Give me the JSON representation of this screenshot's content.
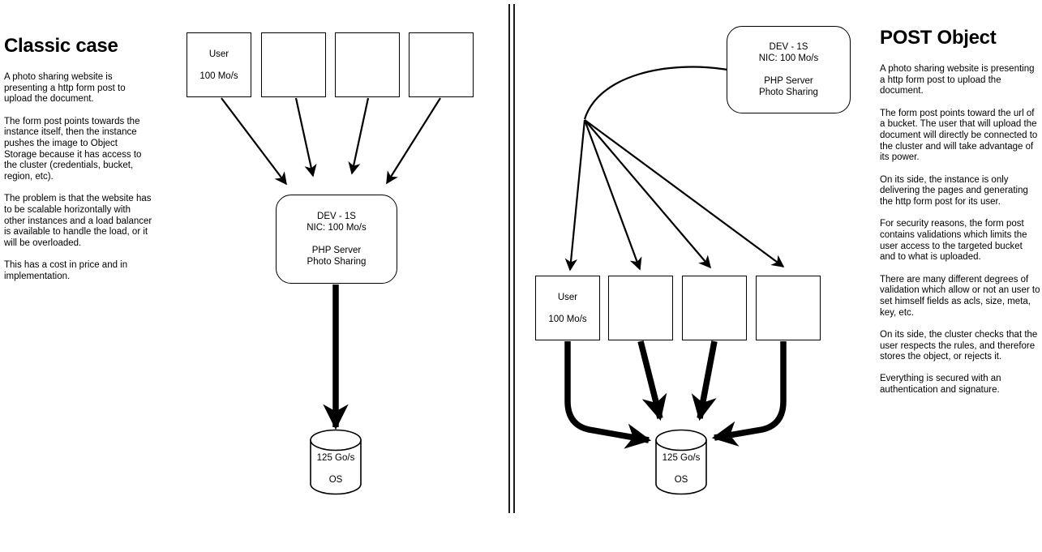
{
  "colors": {
    "ink": "#000000",
    "background": "#ffffff"
  },
  "left_panel": {
    "title": "Classic case",
    "paragraphs": [
      "A photo sharing website is presenting a http form post to upload the document.",
      "The form post points towards the instance itself, then the instance pushes the image to Object Storage because it has access to the cluster (credentials, bucket, region, etc).",
      "The problem is that the website has to be scalable horizontally with other instances and a load balancer is available to handle the load, or it will be overloaded.",
      "This has a cost in price and in implementation."
    ],
    "user_box": {
      "title": "User",
      "bandwidth": "100 Mo/s"
    },
    "server_box": {
      "name": "DEV - 1S",
      "nic": "NIC: 100 Mo/s",
      "role1": "PHP Server",
      "role2": "Photo Sharing"
    },
    "storage": {
      "bandwidth": "125 Go/s",
      "label": "OS"
    }
  },
  "right_panel": {
    "title": "POST Object",
    "paragraphs": [
      "A photo sharing website is presenting a http form post to upload the document.",
      "The form post points toward the url of a bucket. The user that will upload the document will directly be connected to the cluster and will take advantage of its power.",
      "On its side, the instance is only delivering the pages and generating the http form post for its user.",
      "For security reasons, the form post contains validations which limits the user access to the targeted bucket and to what is uploaded.",
      "There are many different degrees of validation which allow or not an user to set himself fields as acls, size, meta, key, etc.",
      "On its side, the cluster checks that the user respects the rules, and therefore stores the object, or rejects it.",
      "Everything is secured with an authentication and signature."
    ],
    "user_box": {
      "title": "User",
      "bandwidth": "100 Mo/s"
    },
    "server_box": {
      "name": "DEV - 1S",
      "nic": "NIC: 100 Mo/s",
      "role1": "PHP Server",
      "role2": "Photo Sharing"
    },
    "storage": {
      "bandwidth": "125 Go/s",
      "label": "OS"
    }
  }
}
